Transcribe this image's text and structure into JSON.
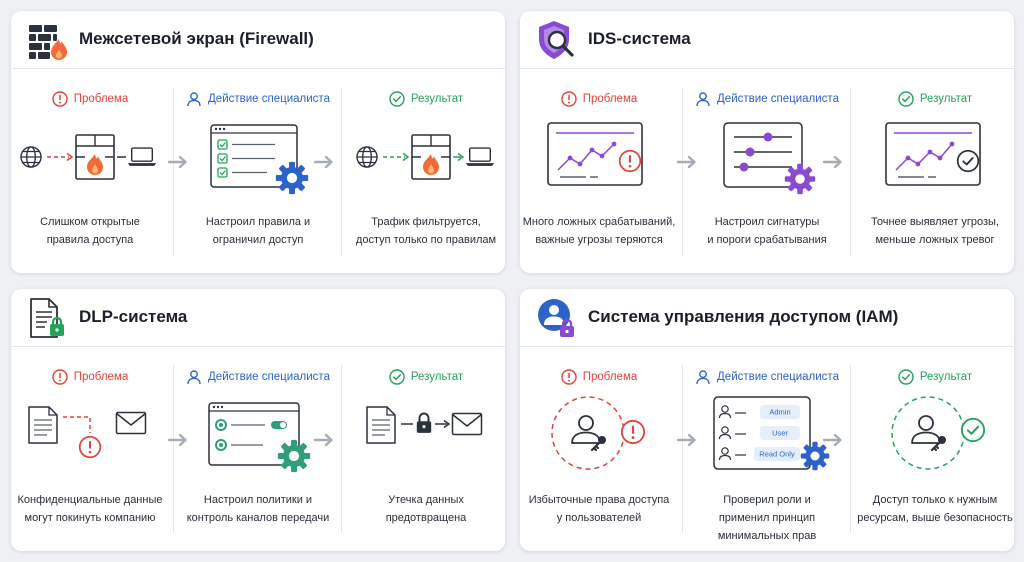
{
  "colors": {
    "problem": "#e0443a",
    "action": "#2d63c8",
    "result": "#26a25b",
    "gear": "#2d63c8",
    "ids_purple": "#8a4bd0",
    "arrow": "#a7adb7"
  },
  "cards": {
    "firewall": {
      "title": "Межсетевой экран (Firewall)",
      "icon": "brick-wall-fire-icon",
      "problem_label": "Проблема",
      "action_label": "Действие специалиста",
      "result_label": "Результат",
      "problem_lines": [
        "Слишком открытые",
        "правила доступа"
      ],
      "action_lines": [
        "Настроил правила и",
        "ограничил доступ"
      ],
      "result_lines": [
        "Трафик фильтруется,",
        "доступ только по правилам"
      ]
    },
    "ids": {
      "title": "IDS-система",
      "icon": "shield-magnifier-icon",
      "problem_label": "Проблема",
      "action_label": "Действие специалиста",
      "result_label": "Результат",
      "problem_lines": [
        "Много ложных срабатываний,",
        "важные угрозы теряются"
      ],
      "action_lines": [
        "Настроил сигнатуры",
        "и пороги срабатывания"
      ],
      "result_lines": [
        "Точнее выявляет угрозы,",
        "меньше ложных тревог"
      ]
    },
    "dlp": {
      "title": "DLP-система",
      "icon": "document-lock-icon",
      "problem_label": "Проблема",
      "action_label": "Действие специалиста",
      "result_label": "Результат",
      "problem_lines": [
        "Конфиденциальные данные",
        "могут покинуть компанию"
      ],
      "action_lines": [
        "Настроил политики и",
        "контроль каналов передачи"
      ],
      "result_lines": [
        "Утечка данных",
        "предотвращена"
      ]
    },
    "iam": {
      "title": "Система управления доступом (IAM)",
      "icon": "user-lock-icon",
      "problem_label": "Проблема",
      "action_label": "Действие специалиста",
      "result_label": "Результат",
      "problem_lines": [
        "Избыточные права доступа",
        "у пользователей"
      ],
      "action_lines": [
        "Проверил роли и",
        "применил принцип",
        "минимальных прав"
      ],
      "result_lines": [
        "Доступ только к нужным",
        "ресурсам, выше безопасность"
      ],
      "roles": [
        "Admin",
        "User",
        "Read Only"
      ]
    }
  }
}
